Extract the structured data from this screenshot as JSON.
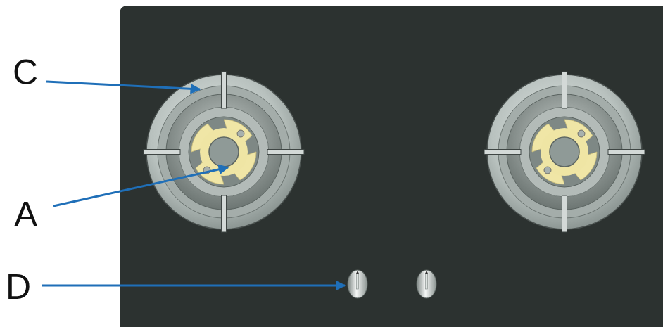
{
  "diagram": {
    "labels": [
      "C",
      "A",
      "D"
    ]
  }
}
